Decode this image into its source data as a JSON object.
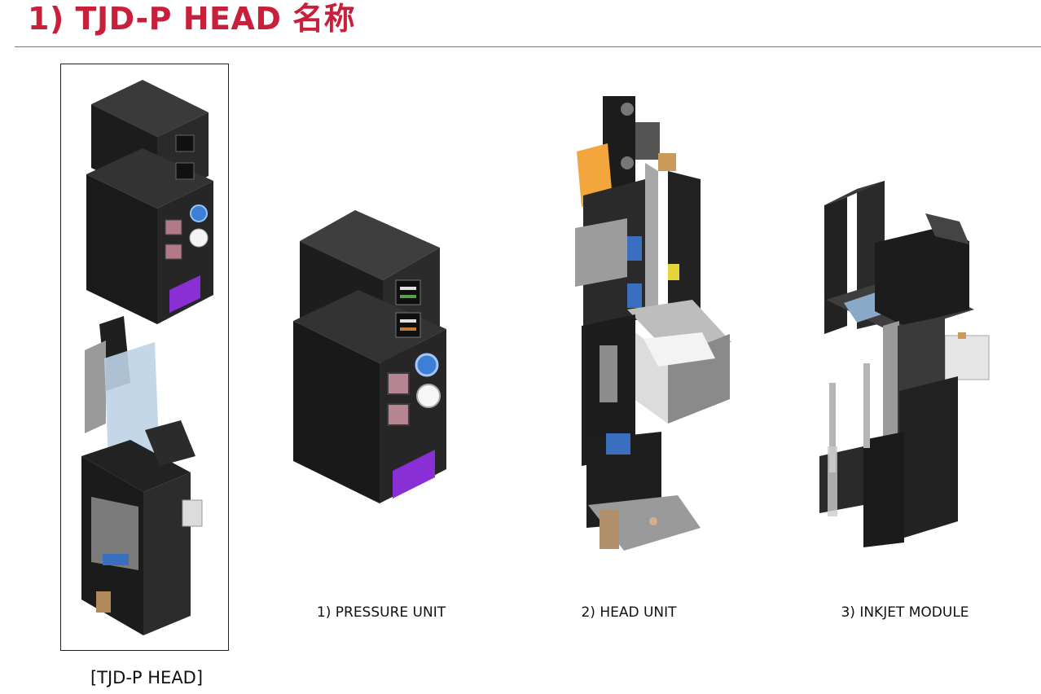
{
  "slide": {
    "title": "1) TJD-P HEAD 名称",
    "accent_color": "#c8203a"
  },
  "assembly": {
    "caption": "[TJD-P HEAD]"
  },
  "parts": [
    {
      "caption": "1) PRESSURE UNIT"
    },
    {
      "caption": "2) HEAD UNIT"
    },
    {
      "caption": "3) INKJET MODULE"
    }
  ],
  "icons": [
    "pressure-unit-render",
    "head-unit-render",
    "inkjet-module-render",
    "assembly-render"
  ]
}
